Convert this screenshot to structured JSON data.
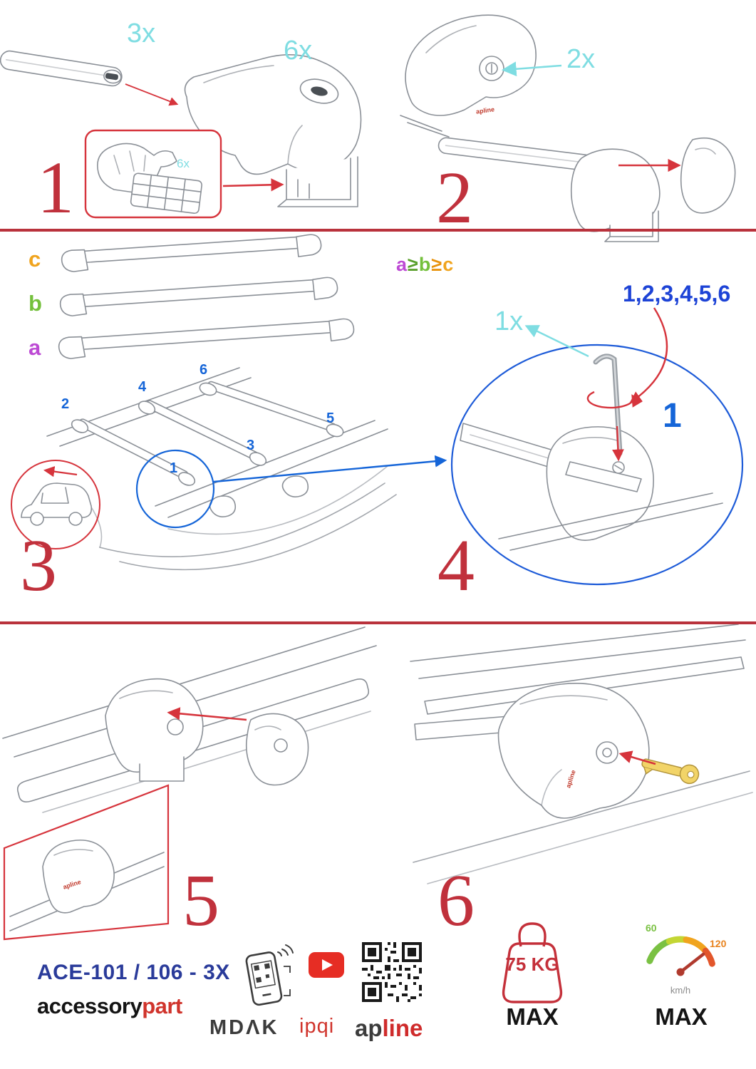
{
  "colors": {
    "accent_red": "#c0313c",
    "arrow_red": "#d6343c",
    "cyan": "#7fdde2",
    "blue": "#1d5bd8",
    "label_a": "#bd4ad4",
    "label_b": "#74c03c",
    "label_c": "#f0a41e",
    "model_blue": "#2a3b9a"
  },
  "steps": {
    "step1": {
      "number": "1",
      "bar_qty": "3x",
      "foot_qty": "6x",
      "inset_qty": "6x"
    },
    "step2": {
      "number": "2",
      "lock_qty": "2x"
    },
    "step3": {
      "number": "3",
      "label_c": "c",
      "label_b": "b",
      "label_a": "a",
      "formula": {
        "a": "a",
        "ge1": "≥",
        "b": "b",
        "ge2": "≥",
        "c": "c"
      },
      "positions": [
        "1",
        "2",
        "3",
        "4",
        "5",
        "6"
      ]
    },
    "step4": {
      "number": "4",
      "sequence": "1,2,3,4,5,6",
      "key_qty": "1x",
      "callout": "1"
    },
    "step5": {
      "number": "5"
    },
    "step6": {
      "number": "6"
    }
  },
  "brand_small": "apline",
  "footer": {
    "model": "ACE-101 / 106 - 3X",
    "brand": {
      "black": "accessory",
      "red": "part"
    },
    "mdak": "MDΛK",
    "ipqi": "ipqi",
    "apline": {
      "black": "ap",
      "red": "line"
    },
    "weight": {
      "value": "75 KG",
      "max": "MAX"
    },
    "speed": {
      "low": "60",
      "high": "120",
      "unit": "km/h",
      "max": "MAX"
    }
  }
}
